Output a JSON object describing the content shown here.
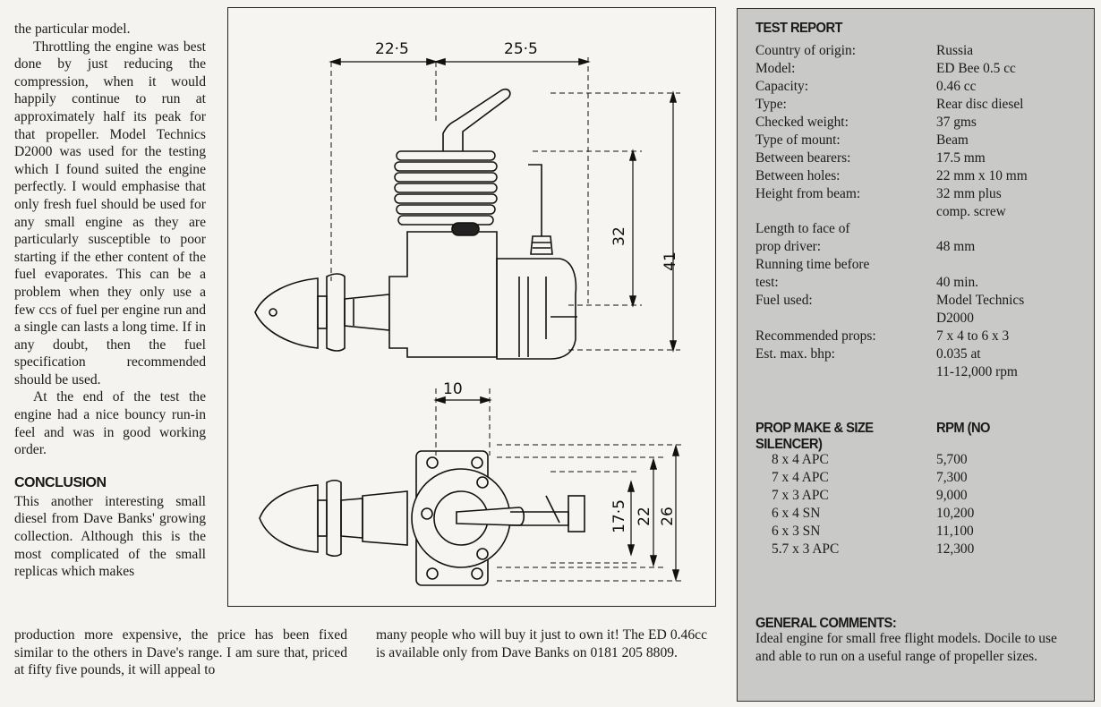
{
  "article": {
    "left_paragraphs": [
      "the particular model.",
      "Throttling the engine was best done by just reducing the compression, when it would happily continue to run at approximately half its peak for that propeller. Model Technics D2000 was used for the testing which I found suited the engine perfectly. I would emphasise that only fresh fuel should be used for any small engine as they are particularly susceptible to poor starting if the ether content of the fuel evaporates. This can be a problem when they only use a few ccs of fuel per engine run and a single can lasts a long time. If in any doubt, then the fuel specification recommended should be used.",
      "At the end of the test the engine had a nice bouncy run-in feel and was in good working order."
    ],
    "conclusion_heading": "CONCLUSION",
    "conclusion_text": "This another interesting small diesel from Dave Banks' growing collection. Although this is the most complicated of the small replicas which makes",
    "bottom_col_a": "production more expensive, the price has been fixed similar to the others in Dave's range. I am sure that, priced at fifty five pounds, it will appeal to",
    "bottom_col_b": "many people who will buy it just to own it! The ED 0.46cc is available only from Dave Banks on 0181 205 8809."
  },
  "drawing": {
    "dim_top_left": "22·5",
    "dim_top_right": "25·5",
    "dim_height_32": "32",
    "dim_height_41": "41",
    "dim_10": "10",
    "dim_17_5": "17·5",
    "dim_22": "22",
    "dim_26": "26"
  },
  "test_report": {
    "title": "TEST REPORT",
    "rows": [
      {
        "k": "Country of origin:",
        "v": "Russia"
      },
      {
        "k": "Model:",
        "v": "ED Bee 0.5 cc"
      },
      {
        "k": "Capacity:",
        "v": "0.46 cc"
      },
      {
        "k": "Type:",
        "v": "Rear disc diesel"
      },
      {
        "k": "Checked weight:",
        "v": "37 gms"
      },
      {
        "k": "Type of mount:",
        "v": "Beam"
      },
      {
        "k": "Between bearers:",
        "v": "17.5 mm"
      },
      {
        "k": "Between holes:",
        "v": "22 mm x 10 mm"
      },
      {
        "k": "Height from beam:",
        "v": "32 mm plus"
      },
      {
        "k": "",
        "v": "comp. screw"
      },
      {
        "k": "Length to face of",
        "v": ""
      },
      {
        "k": "prop driver:",
        "v": "48 mm"
      },
      {
        "k": "Running time before",
        "v": ""
      },
      {
        "k": "test:",
        "v": "40 min."
      },
      {
        "k": "Fuel used:",
        "v": "Model Technics"
      },
      {
        "k": "",
        "v": "D2000"
      },
      {
        "k": "Recommended props:",
        "v": "7 x 4 to 6 x 3"
      },
      {
        "k": "Est. max. bhp:",
        "v": "0.035 at"
      },
      {
        "k": "",
        "v": "11-12,000 rpm"
      }
    ],
    "props_heading_left": "PROP MAKE & SIZE SILENCER)",
    "props_heading_right": "RPM (NO",
    "props": [
      {
        "k": "8 x 4 APC",
        "v": "5,700"
      },
      {
        "k": "7 x 4 APC",
        "v": "7,300"
      },
      {
        "k": "7 x 3 APC",
        "v": "9,000"
      },
      {
        "k": "6 x 4 SN",
        "v": "10,200"
      },
      {
        "k": "6 x 3 SN",
        "v": "11,100"
      },
      {
        "k": "5.7 x 3 APC",
        "v": "12,300"
      }
    ],
    "general_comments_title": "GENERAL COMMENTS:",
    "general_comments": "Ideal engine for small free flight models. Docile to use and able to run on a useful range of propeller sizes."
  }
}
